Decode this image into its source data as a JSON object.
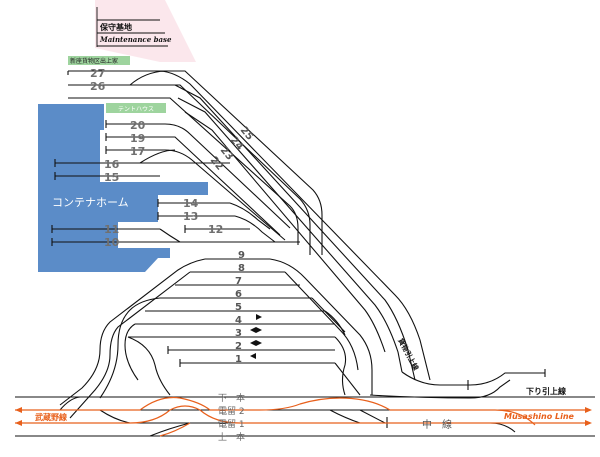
{
  "labels": {
    "maintenance_jp": "保守基地",
    "maintenance_en": "Maintenance base",
    "box_green_top": "新座貨物区出上家",
    "box_green_mid": "テントハウス",
    "container_home": "コンテナホーム",
    "kamotsu_hikiage": "貨物引上線",
    "kudari_hikiage": "下り引上線",
    "musashino_jp": "武蔵野線",
    "musashino_en": "Musashino Line",
    "shimo_hon": "下　本",
    "denryu_2": "電留 2",
    "denryu_1": "電留 1",
    "kami_hon": "上　本",
    "naka_sen": "中　線"
  },
  "tracks_upper": [
    "27",
    "26"
  ],
  "tracks_mid": [
    "20",
    "19",
    "17",
    "16",
    "15"
  ],
  "tracks_container": [
    "14",
    "13",
    "12",
    "11",
    "10"
  ],
  "tracks_lower": [
    "9",
    "8",
    "7",
    "6",
    "5",
    "4",
    "3",
    "2",
    "1"
  ],
  "diag_tracks": [
    "25",
    "24",
    "23",
    "22"
  ],
  "colors": {
    "container_blue": "#5b8cc8",
    "green_box": "#9ed49e",
    "pink_area": "#f7d3dc",
    "orange_line": "#e8601c"
  }
}
